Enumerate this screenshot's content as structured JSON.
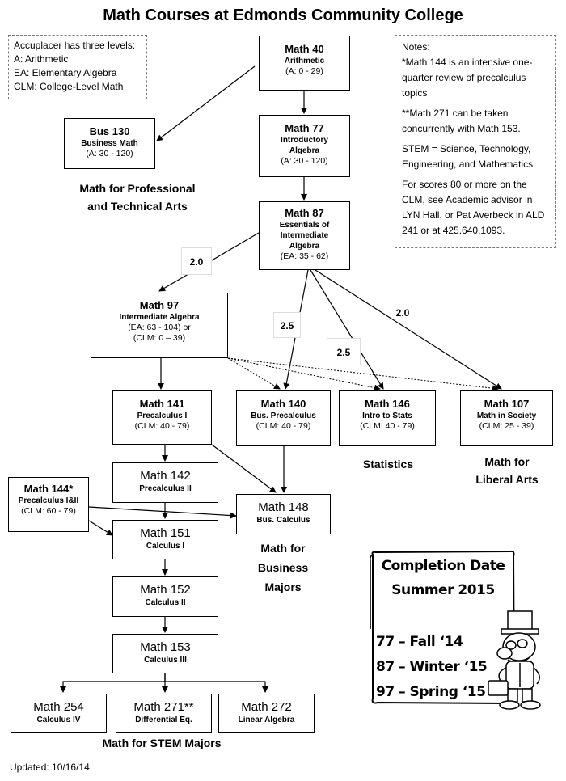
{
  "title": "Math Courses at Edmonds Community College",
  "accuplacer_note": {
    "lines": [
      "Accuplacer has three levels:",
      "A: Arithmetic",
      "EA: Elementary Algebra",
      "CLM: College-Level Math"
    ]
  },
  "notes": {
    "heading": "Notes:",
    "items": [
      "*Math 144 is an intensive one-quarter review of precalculus topics",
      "**Math 271 can be taken concurrently with Math 153.",
      "STEM = Science, Technology, Engineering, and Mathematics",
      "For scores 80 or more on the CLM, see Academic advisor in LYN Hall, or Pat Averbeck in ALD 241 or at 425.640.1093."
    ]
  },
  "courses": {
    "math40": {
      "title": "Math 40",
      "subtitle": "Arithmetic",
      "range": "(A: 0 - 29)"
    },
    "bus130": {
      "title": "Bus 130",
      "subtitle": "Business Math",
      "range": "(A: 30 - 120)"
    },
    "math77": {
      "title": "Math 77",
      "subtitle": "Introductory Algebra",
      "range": "(A: 30 - 120)"
    },
    "math87": {
      "title": "Math 87",
      "subtitle": "Essentials of Intermediate Algebra",
      "range": "(EA: 35 - 62)"
    },
    "math97": {
      "title": "Math 97",
      "subtitle": "Intermediate Algebra",
      "range": "(EA: 63 - 104) or",
      "range2": "(CLM: 0 – 39)"
    },
    "math141": {
      "title": "Math 141",
      "subtitle": "Precalculus I",
      "range": "(CLM: 40 - 79)"
    },
    "math140": {
      "title": "Math 140",
      "subtitle": "Bus. Precalculus",
      "range": "(CLM: 40 - 79)"
    },
    "math146": {
      "title": "Math 146",
      "subtitle": "Intro to Stats",
      "range": "(CLM: 40 - 79)"
    },
    "math107": {
      "title": "Math 107",
      "subtitle": "Math in Society",
      "range": "(CLM: 25 - 39)"
    },
    "math142": {
      "title": "Math 142",
      "subtitle": "Precalculus II"
    },
    "math144": {
      "title": "Math 144*",
      "subtitle": "Precalculus I&II",
      "range": "(CLM: 60 - 79)"
    },
    "math148": {
      "title": "Math 148",
      "subtitle": "Bus. Calculus"
    },
    "math151": {
      "title": "Math 151",
      "subtitle": "Calculus I"
    },
    "math152": {
      "title": "Math 152",
      "subtitle": "Calculus II"
    },
    "math153": {
      "title": "Math 153",
      "subtitle": "Calculus III"
    },
    "math254": {
      "title": "Math 254",
      "subtitle": "Calculus IV"
    },
    "math271": {
      "title": "Math 271**",
      "subtitle": "Differential Eq."
    },
    "math272": {
      "title": "Math 272",
      "subtitle": "Linear Algebra"
    }
  },
  "categories": {
    "professional": [
      "Math for Professional",
      "and Technical Arts"
    ],
    "statistics": "Statistics",
    "liberal": [
      "Math for",
      "Liberal Arts"
    ],
    "business": [
      "Math for",
      "Business",
      "Majors"
    ],
    "stem": "Math for STEM Majors"
  },
  "gpa_labels": {
    "a": "2.0",
    "b": "2.5",
    "c": "2.5",
    "d": "2.0"
  },
  "completion": {
    "heading1": "Completion  Date",
    "heading2": "Summer 2015",
    "items": [
      "77 – Fall ‘14",
      "87 – Winter ‘15",
      "97 – Spring ‘15"
    ]
  },
  "updated": "Updated: 10/16/14"
}
